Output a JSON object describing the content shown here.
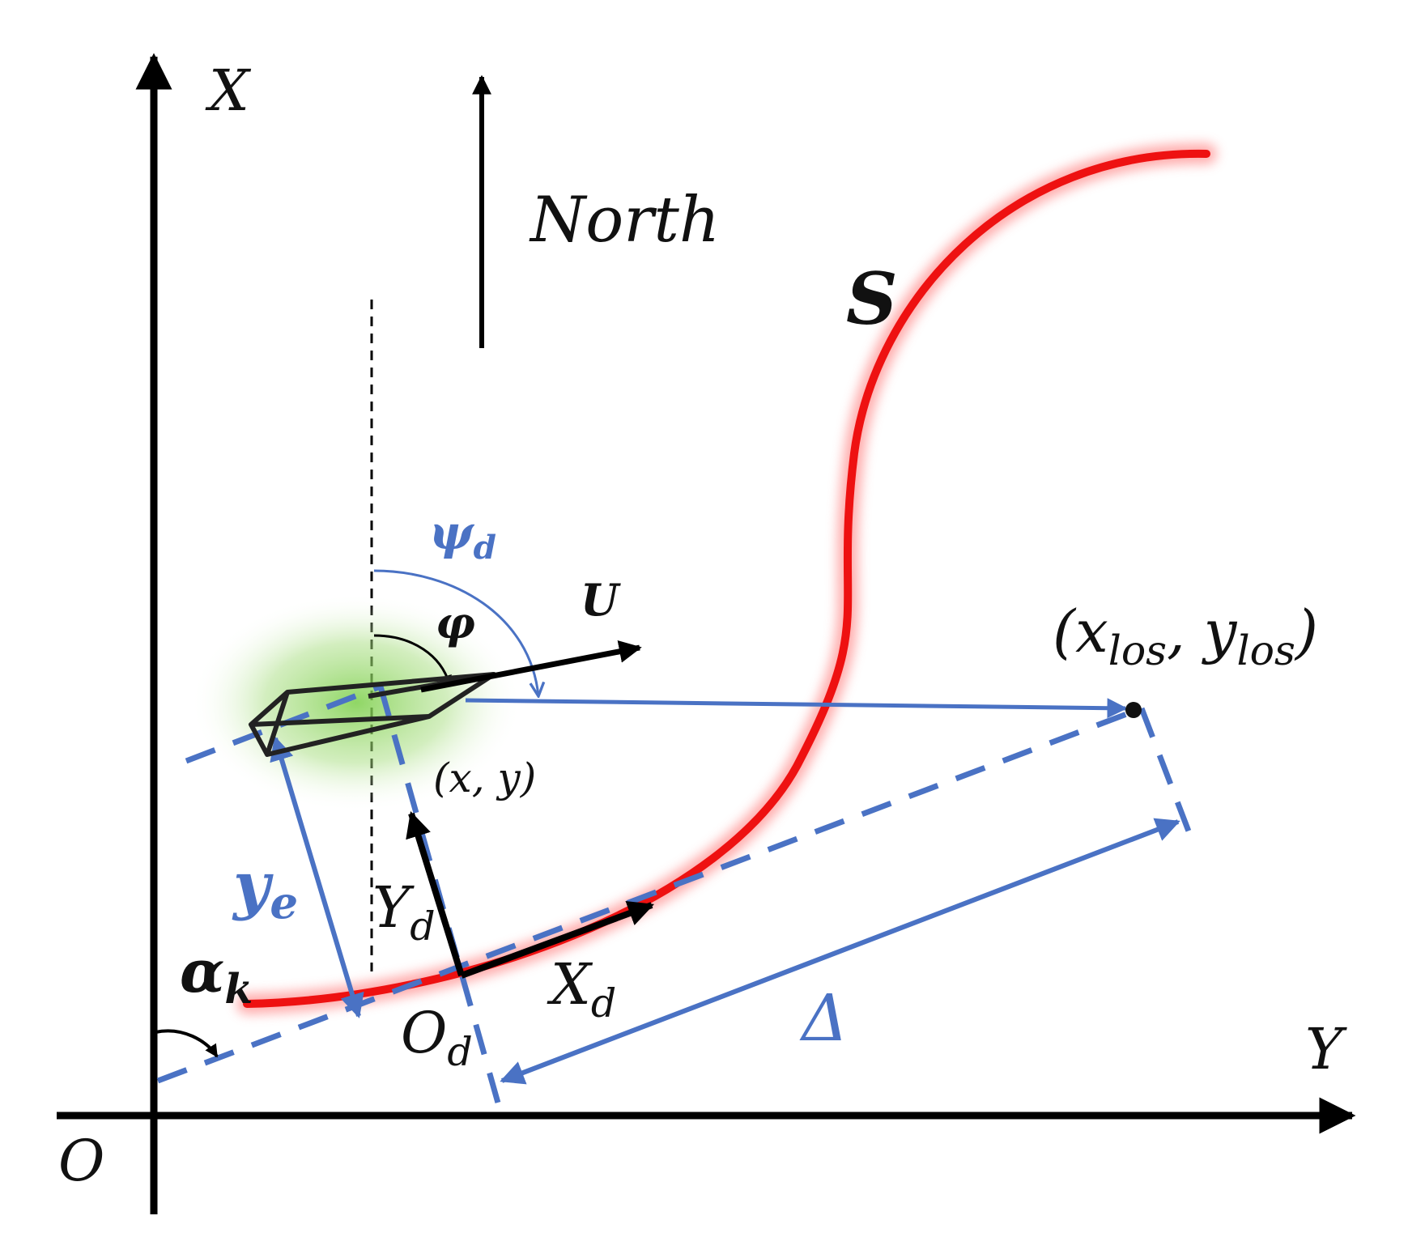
{
  "labels": {
    "axis_x": "X",
    "axis_y": "Y",
    "origin": "O",
    "north": "North",
    "path": "S",
    "psi_d_main": "ψ",
    "psi_d_sub": "d",
    "phi": "φ",
    "speed": "U",
    "los_point": "(x",
    "los_x_sub": "los",
    "los_comma": ", y",
    "los_y_sub": "los",
    "los_close": ")",
    "vessel_pos": "(x, y)",
    "ye_main": "y",
    "ye_sub": "e",
    "yd_main": "Y",
    "yd_sub": "d",
    "xd_main": "X",
    "xd_sub": "d",
    "od_main": "O",
    "od_sub": "d",
    "alpha_main": "α",
    "alpha_sub": "k",
    "delta": "Δ"
  },
  "colors": {
    "path": "#ee1111",
    "path_glow": "#ff9a9a",
    "construction": "#4a72c4",
    "axes": "#000000",
    "vessel_glow": "#7ccf4a"
  },
  "icons": [
    "vessel-icon"
  ]
}
